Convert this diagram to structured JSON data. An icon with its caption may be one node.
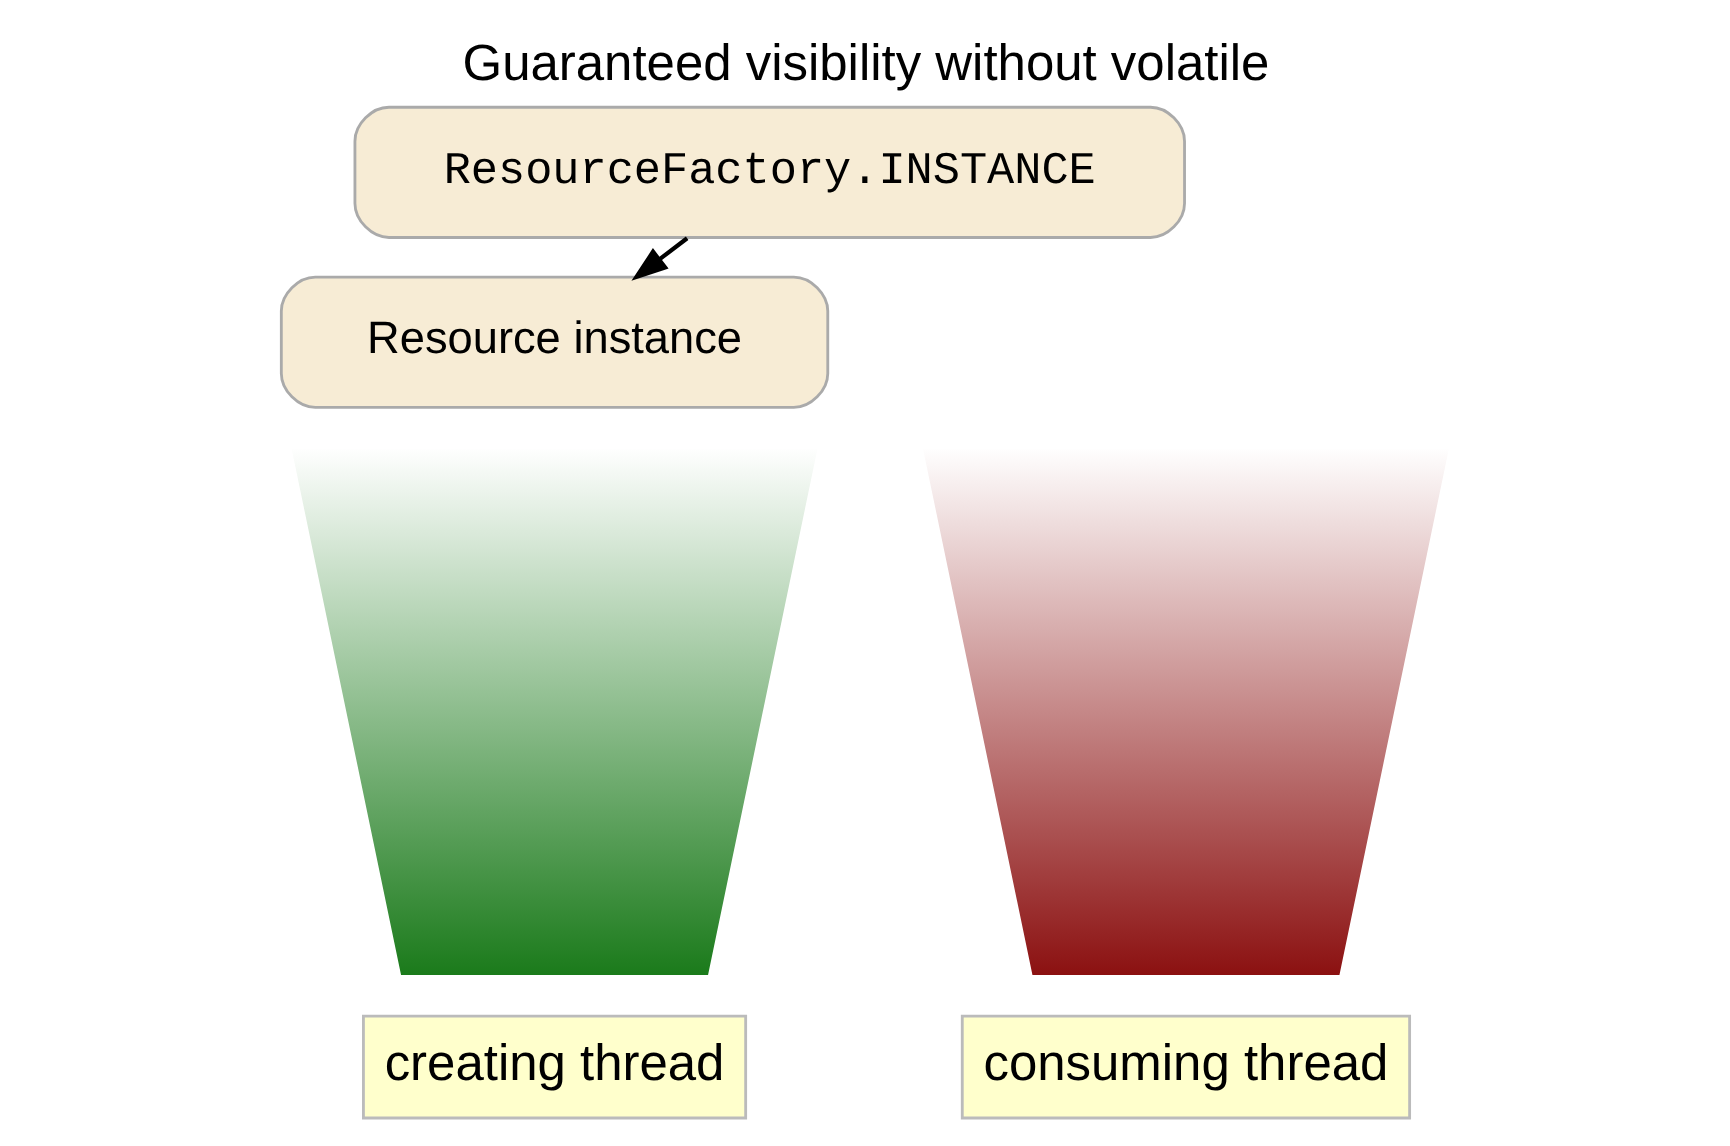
{
  "diagram": {
    "title": "Guaranteed visibility without volatile",
    "nodes": [
      {
        "text": [
          "ResourceFactory.INSTANCE"
        ]
      },
      {
        "text": [
          "Resource instance"
        ]
      },
      {
        "text": [],
        "shape": "funnel"
      },
      {
        "text": [],
        "shape": "funnel"
      },
      {
        "text": [
          "consuming thread"
        ]
      },
      {
        "text": [
          "creating thread"
        ]
      }
    ],
    "edges": [
      {
        "from": 0,
        "to": 1,
        "arrow": "to"
      }
    ]
  }
}
